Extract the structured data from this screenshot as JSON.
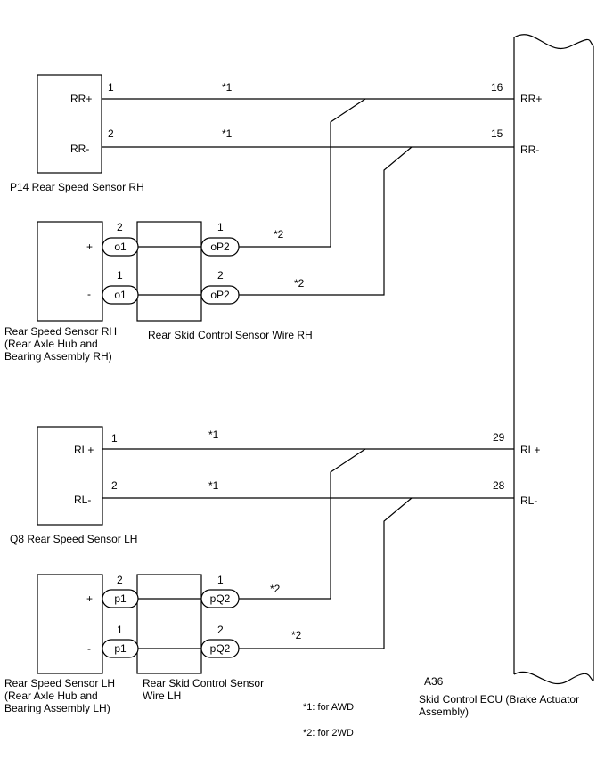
{
  "ecu": {
    "connector": "A36",
    "name_line1": "Skid Control ECU (Brake Actuator",
    "name_line2": "Assembly)",
    "pins": {
      "rr_plus": {
        "num": "16",
        "label": "RR+"
      },
      "rr_minus": {
        "num": "15",
        "label": "RR-"
      },
      "rl_plus": {
        "num": "29",
        "label": "RL+"
      },
      "rl_minus": {
        "num": "28",
        "label": "RL-"
      }
    }
  },
  "sensor_rh_awd": {
    "caption": "P14  Rear Speed Sensor RH",
    "pin_plus": {
      "label": "RR+",
      "num": "1"
    },
    "pin_minus": {
      "label": "RR-",
      "num": "2"
    },
    "note_plus": "*1",
    "note_minus": "*1"
  },
  "sensor_rh_2wd": {
    "caption_line1": "Rear Speed Sensor RH",
    "caption_line2": "(Rear Axle Hub and",
    "caption_line3": "Bearing Assembly RH)",
    "plus_label": "+",
    "minus_label": "-",
    "conn_plus": {
      "name": "o1",
      "num": "2"
    },
    "conn_minus": {
      "name": "o1",
      "num": "1"
    }
  },
  "wire_rh": {
    "caption": "Rear Skid Control Sensor Wire RH",
    "conn_plus": {
      "name": "oP2",
      "num": "1"
    },
    "conn_minus": {
      "name": "oP2",
      "num": "2"
    },
    "note_plus": "*2",
    "note_minus": "*2"
  },
  "sensor_lh_awd": {
    "caption": "Q8  Rear Speed Sensor LH",
    "pin_plus": {
      "label": "RL+",
      "num": "1"
    },
    "pin_minus": {
      "label": "RL-",
      "num": "2"
    },
    "note_plus": "*1",
    "note_minus": "*1"
  },
  "sensor_lh_2wd": {
    "caption_line1": "Rear Speed Sensor LH",
    "caption_line2": "(Rear Axle Hub and",
    "caption_line3": "Bearing Assembly LH)",
    "plus_label": "+",
    "minus_label": "-",
    "conn_plus": {
      "name": "p1",
      "num": "2"
    },
    "conn_minus": {
      "name": "p1",
      "num": "1"
    }
  },
  "wire_lh": {
    "caption_line1": "Rear Skid Control Sensor",
    "caption_line2": "Wire LH",
    "conn_plus": {
      "name": "pQ2",
      "num": "1"
    },
    "conn_minus": {
      "name": "pQ2",
      "num": "2"
    },
    "note_plus": "*2",
    "note_minus": "*2"
  },
  "legend": {
    "note1": "*1: for AWD",
    "note2": "*2: for 2WD"
  }
}
